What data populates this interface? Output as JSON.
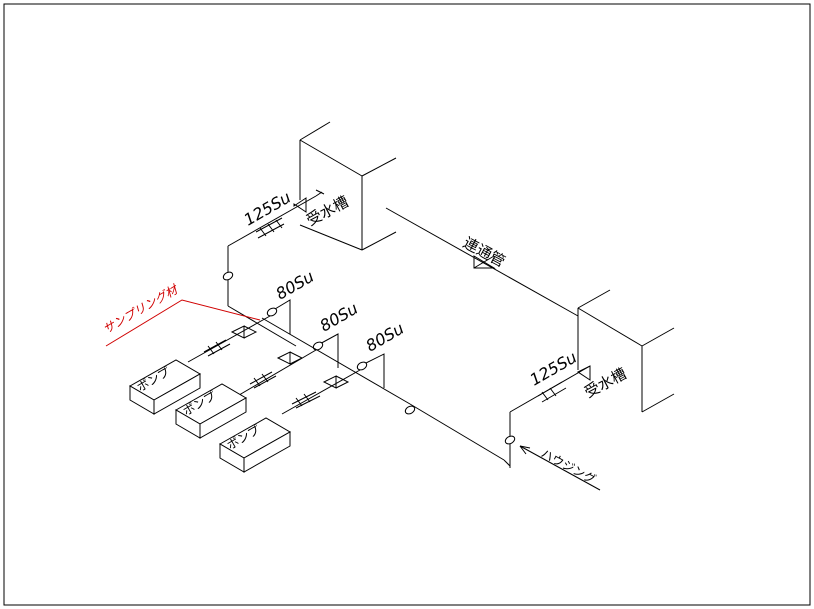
{
  "labels": {
    "tank_top": "受水槽",
    "tank_bottom": "受水槽",
    "connecting_pipe": "連通管",
    "housing": "ハウジング",
    "sampling": "サンプリング材",
    "size_125_top": "125Su",
    "size_125_bottom": "125Su",
    "size_80_a": "80Su",
    "size_80_b": "80Su",
    "size_80_c": "80Su",
    "pump_1": "ポンプ",
    "pump_2": "ポンプ",
    "pump_3": "ポンプ"
  }
}
